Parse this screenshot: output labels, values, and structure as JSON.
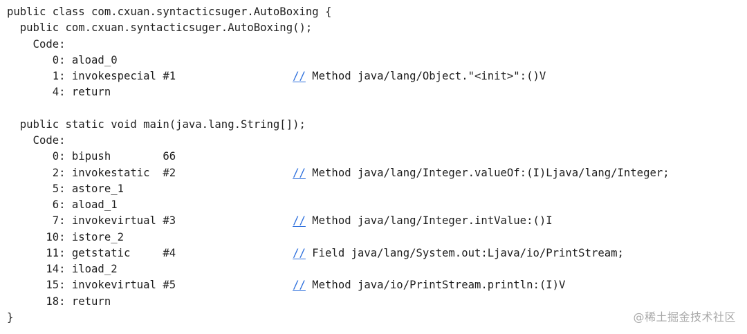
{
  "code": {
    "lines": [
      {
        "text": "public class com.cxuan.syntacticsuger.AutoBoxing {"
      },
      {
        "text": "  public com.cxuan.syntacticsuger.AutoBoxing();"
      },
      {
        "text": "    Code:"
      },
      {
        "text": "       0: aload_0"
      },
      {
        "text": "       1: invokespecial #1                  ",
        "mark": "//",
        "comment": " Method java/lang/Object.\"<init>\":()V"
      },
      {
        "text": "       4: return"
      },
      {
        "text": ""
      },
      {
        "text": "  public static void main(java.lang.String[]);"
      },
      {
        "text": "    Code:"
      },
      {
        "text": "       0: bipush        66"
      },
      {
        "text": "       2: invokestatic  #2                  ",
        "mark": "//",
        "comment": " Method java/lang/Integer.valueOf:(I)Ljava/lang/Integer;"
      },
      {
        "text": "       5: astore_1"
      },
      {
        "text": "       6: aload_1"
      },
      {
        "text": "       7: invokevirtual #3                  ",
        "mark": "//",
        "comment": " Method java/lang/Integer.intValue:()I"
      },
      {
        "text": "      10: istore_2"
      },
      {
        "text": "      11: getstatic     #4                  ",
        "mark": "//",
        "comment": " Field java/lang/System.out:Ljava/io/PrintStream;"
      },
      {
        "text": "      14: iload_2"
      },
      {
        "text": "      15: invokevirtual #5                  ",
        "mark": "//",
        "comment": " Method java/io/PrintStream.println:(I)V"
      },
      {
        "text": "      18: return"
      },
      {
        "text": "}"
      }
    ]
  },
  "watermark": "@稀土掘金技术社区",
  "colors": {
    "text": "#1f1f1f",
    "comment_mark": "#2a6ddc",
    "watermark": "#a8a8a8"
  }
}
